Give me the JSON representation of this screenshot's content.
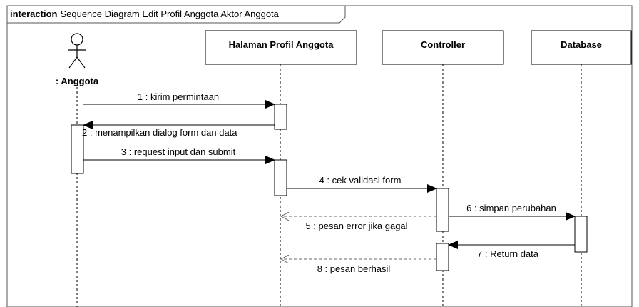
{
  "frame": {
    "keyword": "interaction",
    "title": "Sequence Diagram Edit Profil Anggota Aktor Anggota"
  },
  "participants": [
    {
      "id": "anggota",
      "label": ": Anggota",
      "kind": "actor"
    },
    {
      "id": "halaman",
      "label": "Halaman Profil Anggota",
      "kind": "object"
    },
    {
      "id": "controller",
      "label": "Controller",
      "kind": "object"
    },
    {
      "id": "database",
      "label": "Database",
      "kind": "object"
    }
  ],
  "messages": [
    {
      "label": "1 : kirim permintaan",
      "from": "anggota",
      "to": "halaman",
      "kind": "sync"
    },
    {
      "label": "2 : menampilkan dialog form dan data",
      "from": "halaman",
      "to": "anggota",
      "kind": "sync"
    },
    {
      "label": "3 : request input dan submit",
      "from": "anggota",
      "to": "halaman",
      "kind": "sync"
    },
    {
      "label": "4 : cek validasi form",
      "from": "halaman",
      "to": "controller",
      "kind": "sync"
    },
    {
      "label": "5 : pesan error jika gagal",
      "from": "controller",
      "to": "halaman",
      "kind": "return"
    },
    {
      "label": "6 : simpan perubahan",
      "from": "controller",
      "to": "database",
      "kind": "sync"
    },
    {
      "label": "7 : Return data",
      "from": "database",
      "to": "controller",
      "kind": "sync"
    },
    {
      "label": "8 : pesan berhasil",
      "from": "controller",
      "to": "halaman",
      "kind": "return"
    }
  ]
}
